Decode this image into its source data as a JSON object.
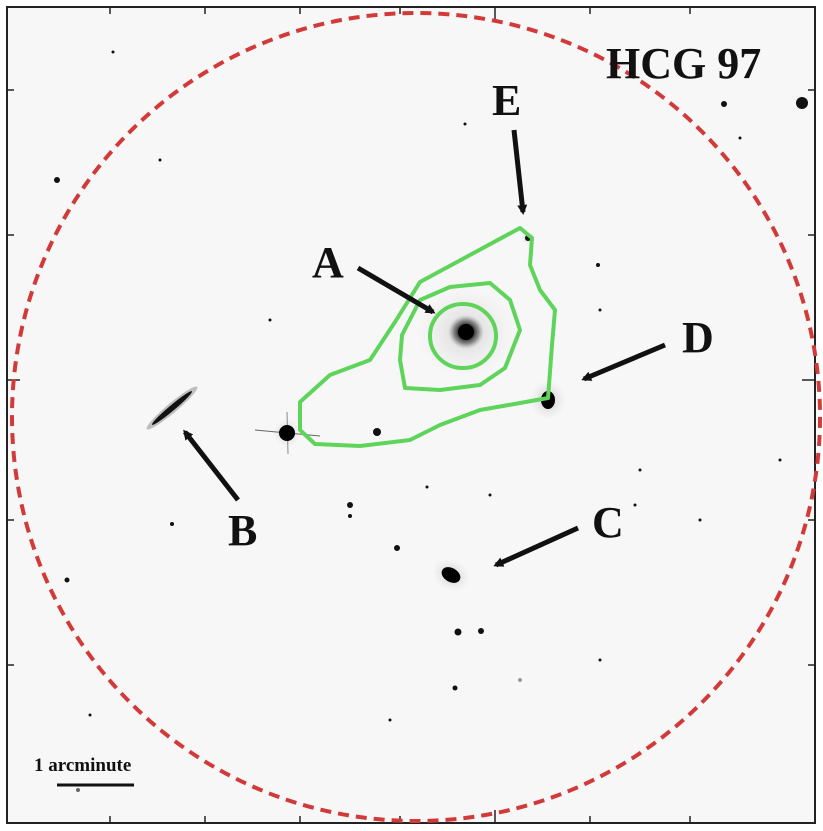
{
  "title": "HCG 97",
  "scale_bar": {
    "label": "1 arcminute"
  },
  "galaxy_labels": [
    "A",
    "B",
    "C",
    "D",
    "E"
  ],
  "colors": {
    "field_circle": "#d23a3a",
    "contours": "#5fd45a",
    "arrows": "#111111",
    "background": "#f7f7f7"
  }
}
